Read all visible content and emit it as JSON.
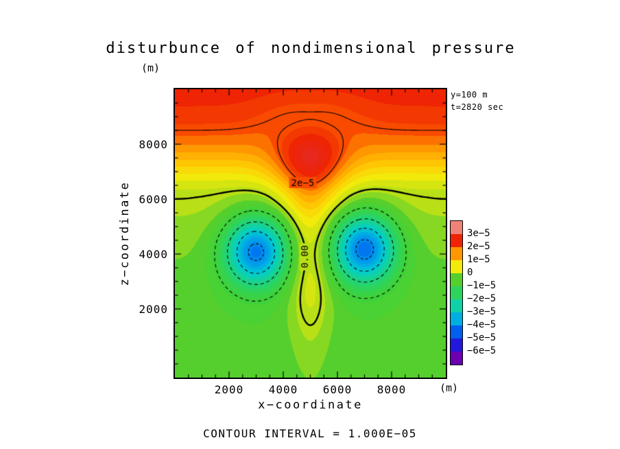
{
  "title": "disturbunce of nondimensional pressure",
  "axes": {
    "x_label": "x−coordinate",
    "z_label": "z−coordinate",
    "x_unit": "(m)",
    "z_unit": "(m)"
  },
  "annotations": {
    "slice": "y=100 m",
    "time": "t=2820 sec"
  },
  "footer": "CONTOUR INTERVAL = 1.000E−05",
  "chart_data": {
    "type": "filled_contour",
    "title": "disturbunce of nondimensional pressure",
    "xlabel": "x−coordinate (m)",
    "ylabel": "z−coordinate (m)",
    "slice": "y=100 m",
    "time": "t=2820 sec",
    "xlim": [
      0,
      10000
    ],
    "zlim": [
      -500,
      10000
    ],
    "x_ticks": [
      2000,
      4000,
      6000,
      8000
    ],
    "z_ticks": [
      2000,
      4000,
      6000,
      8000
    ],
    "minor_tick_step": 500,
    "value_units": "1e-5 (nondimensional pressure disturbance)",
    "contour_interval": 1.0,
    "fill_quantize": 0.25,
    "colorbar": {
      "labels": [
        "3e−5",
        "2e−5",
        "1e−5",
        "0",
        "−1e−5",
        "−2e−5",
        "−3e−5",
        "−4e−5",
        "−5e−5",
        "−6e−5"
      ],
      "cell_values": [
        3.5,
        2.5,
        1.5,
        0.5,
        -0.5,
        -1.5,
        -2.5,
        -3.5,
        -4.5,
        -5.5,
        -6.5
      ]
    },
    "colormap_stops": [
      [
        -6.5,
        "#6a00b0"
      ],
      [
        -6.0,
        "#4400cc"
      ],
      [
        -5.0,
        "#0030ee"
      ],
      [
        -4.0,
        "#008ef0"
      ],
      [
        -3.0,
        "#00cdd2"
      ],
      [
        -2.0,
        "#1ed47e"
      ],
      [
        -1.0,
        "#3ed23a"
      ],
      [
        -0.5,
        "#55cf2d"
      ],
      [
        0.0,
        "#b9e016"
      ],
      [
        0.5,
        "#f2ea0a"
      ],
      [
        1.0,
        "#ffc703"
      ],
      [
        1.5,
        "#ff9800"
      ],
      [
        2.0,
        "#f84b00"
      ],
      [
        2.5,
        "#ee2404"
      ],
      [
        3.0,
        "#e7281c"
      ],
      [
        3.5,
        "#ef8276"
      ]
    ],
    "contour_levels": [
      {
        "level": 2,
        "width": 1.1,
        "dash": []
      },
      {
        "level": 0,
        "width": 2.4,
        "dash": []
      },
      {
        "level": -1,
        "width": 1.1,
        "dash": [
          5,
          4
        ]
      },
      {
        "level": -2,
        "width": 1.1,
        "dash": [
          5,
          4
        ]
      },
      {
        "level": -3,
        "width": 1.1,
        "dash": [
          5,
          4
        ]
      },
      {
        "level": -4,
        "width": 1.1,
        "dash": [
          4,
          3
        ]
      }
    ],
    "contour_labels": [
      {
        "text": "2e−5",
        "x": 4720,
        "z": 6600,
        "rot": 0
      },
      {
        "text": "0.00",
        "x": 4800,
        "z": 3900,
        "rot": -90
      }
    ],
    "field_model": {
      "units": "1e-5",
      "background": {
        "split": 6000,
        "low_amp": -0.62,
        "high_amp": 2.6,
        "high_scale": 2000,
        "high_exp": 1.7
      },
      "gaussians": [
        {
          "name": "upper_plume",
          "a": 1.75,
          "x": 5000,
          "z": 7300,
          "sx": 1300,
          "sz": 1500
        },
        {
          "name": "saddle_dip",
          "a": -0.85,
          "x": 5000,
          "z": 8800,
          "sx": 1600,
          "sz": 1000
        },
        {
          "name": "vortex_left",
          "a": -3.9,
          "x": 3000,
          "z": 4100,
          "sx": 1150,
          "sz": 1250
        },
        {
          "name": "vortex_right",
          "a": -4.0,
          "x": 7000,
          "z": 4200,
          "sx": 1150,
          "sz": 1250
        },
        {
          "name": "central_column",
          "a": 0.8,
          "x": 5000,
          "z": 3400,
          "sx": 850,
          "sz": 3600
        }
      ]
    },
    "extrema": {
      "max_value_1e5": 2.6,
      "max_at": [
        5000,
        8000
      ],
      "min_value_1e5": -4.4,
      "min_at": [
        7000,
        4200
      ]
    }
  }
}
